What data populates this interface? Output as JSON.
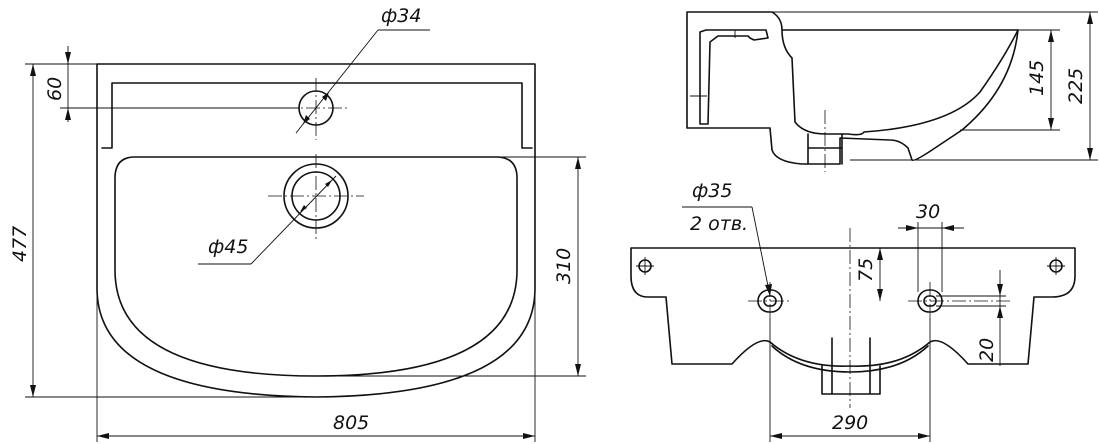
{
  "front_view": {
    "height_label": "477",
    "width_label": "805",
    "rim_label": "60",
    "bowl_depth_label": "310",
    "tap_hole_label": "ф34",
    "drain_hole_label": "ф45"
  },
  "side_view": {
    "total_height_label": "225",
    "bowl_height_label": "145"
  },
  "back_view": {
    "mount_hole_label": "ф35",
    "mount_hole_count_label": "2 отв.",
    "hole_width_label": "30",
    "hole_offset_label": "75",
    "hole_size_label": "20",
    "hole_spacing_label": "290"
  }
}
